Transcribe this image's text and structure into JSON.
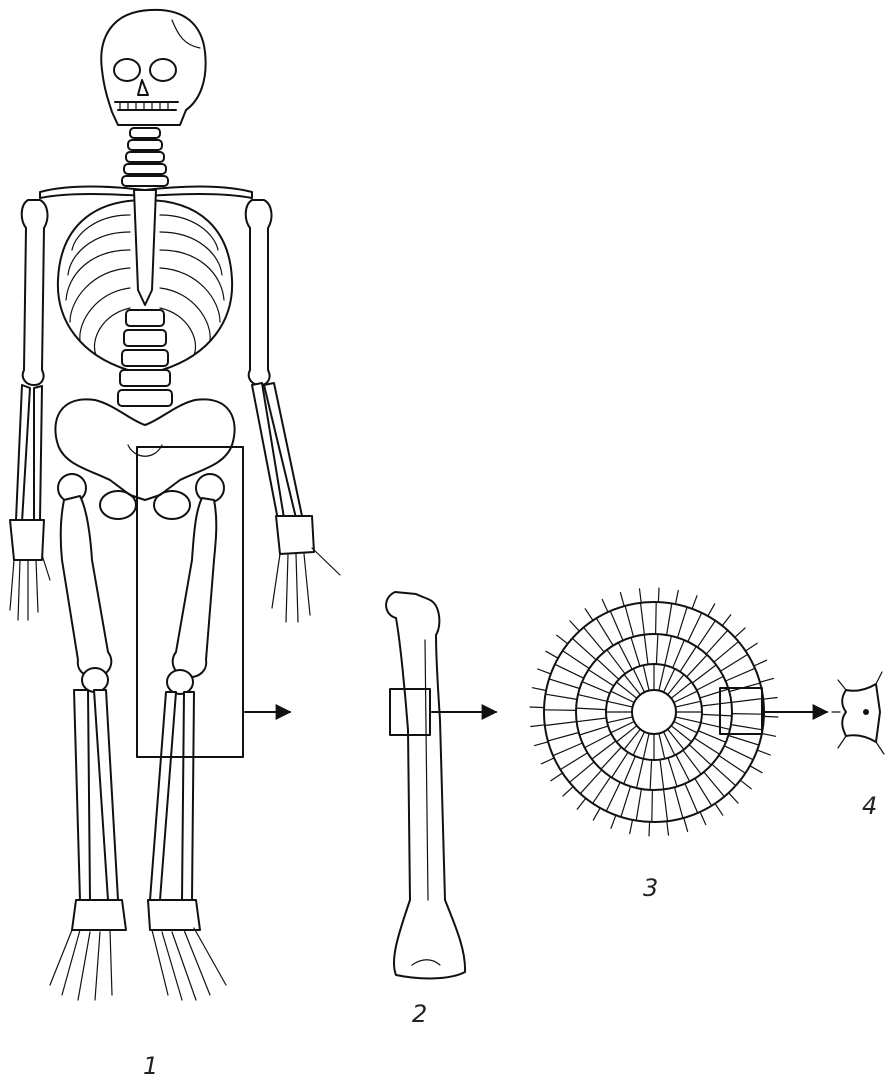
{
  "labels": {
    "skeleton": "1",
    "femur": "2",
    "osteon": "3",
    "cell": "4"
  },
  "colors": {
    "ink": "#111111",
    "background": "#ffffff"
  }
}
